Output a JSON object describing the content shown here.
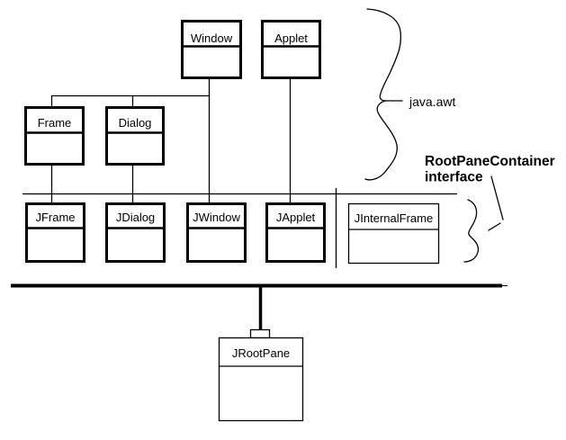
{
  "colors": {
    "ink": "#000000",
    "background": "#ffffff"
  },
  "classes": {
    "window": "Window",
    "applet": "Applet",
    "frame": "Frame",
    "dialog": "Dialog",
    "jframe": "JFrame",
    "jdialog": "JDialog",
    "jwindow": "JWindow",
    "japplet": "JApplet",
    "jinternalframe": "JInternalFrame",
    "jrootpane": "JRootPane"
  },
  "annotations": {
    "package": "java.awt",
    "interface_line1": "RootPaneContainer",
    "interface_line2": "interface"
  }
}
